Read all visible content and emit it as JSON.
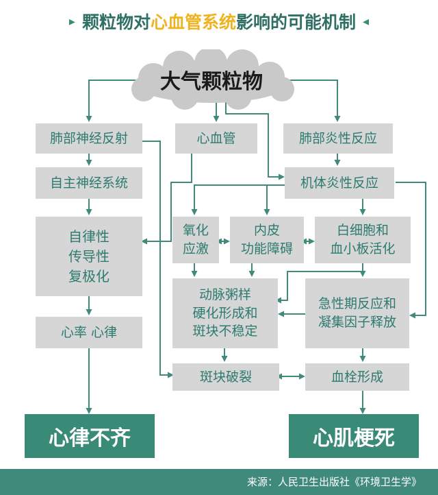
{
  "title": {
    "prefix": "颗粒物对",
    "highlight": "心血管系统",
    "suffix": "影响的可能机制",
    "colors": {
      "main": "#2f6f64",
      "highlight": "#f0b21f"
    }
  },
  "diagram": {
    "source_node": "大气颗粒物",
    "nodes": {
      "lung_neural_reflex": "肺部神经反射",
      "cardiovascular": "心血管",
      "lung_inflammation": "肺部炎性反应",
      "autonomic_nervous": "自主神经系统",
      "systemic_inflammation": "机体炎性反应",
      "autonomy_conduction_repolarization": "自律性\n传导性\n复极化",
      "oxidative_stress": "氧化\n应激",
      "endothelial_dysfunction": "内皮\n功能障碍",
      "leukocyte_platelet_activation": "白细胞和\n血小板活化",
      "heart_rate_rhythm": "心率 心律",
      "atherosclerosis_plaque_instability": "动脉粥样\n硬化形成和\n斑块不稳定",
      "acute_phase_coagulation": "急性期反应和\n凝集因子释放",
      "plaque_rupture": "斑块破裂",
      "thrombosis": "血栓形成"
    },
    "outcomes": {
      "arrhythmia": "心律不齐",
      "myocardial_infarction": "心肌梗死"
    },
    "colors": {
      "node_bg": "#d6d6d6",
      "node_text": "#2d7b70",
      "edge": "#3f8a7a",
      "outcome_bg": "#3a8a78",
      "cloud": "#c9c9c9"
    }
  },
  "footer": {
    "source": "来源：人民卫生出版社《环境卫生学》",
    "color": "#3f8a7a"
  }
}
